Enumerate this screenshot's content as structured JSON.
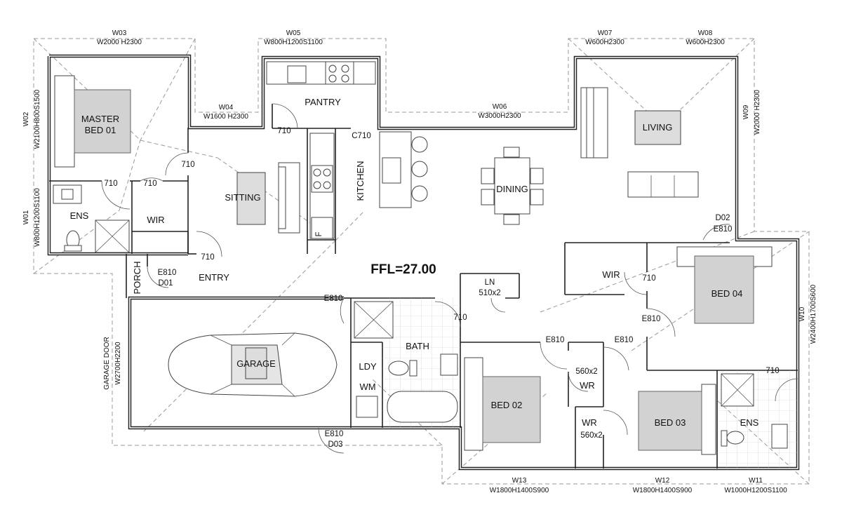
{
  "plan": {
    "ffl": "FFL=27.00",
    "rooms": {
      "master_bed": [
        "MASTER",
        "BED 01"
      ],
      "ens1": "ENS",
      "wir1": "WIR",
      "sitting": "SITTING",
      "pantry": "PANTRY",
      "kitchen": "KITCHEN",
      "dining": "DINING",
      "living": "LIVING",
      "entry": "ENTRY",
      "porch": "PORCH",
      "garage": "GARAGE",
      "ldy": "LDY",
      "wm": "WM",
      "bath": "BATH",
      "ln": "LN",
      "ln_size": "510x2",
      "wir4": "WIR",
      "bed4": "BED 04",
      "bed2": "BED 02",
      "bed3": "BED 03",
      "ens2": "ENS",
      "wr1": "WR",
      "wr1_size": "560x2",
      "wr2": "WR",
      "wr2_size": "560x2",
      "fridge": "F"
    },
    "windows": {
      "w03": [
        "W03",
        "W2000 H2300"
      ],
      "w05": [
        "W05",
        "W800H1200S1100"
      ],
      "w07": [
        "W07",
        "W600H2300"
      ],
      "w08": [
        "W08",
        "W600H2300"
      ],
      "w04": [
        "W04",
        "W1600 H2300"
      ],
      "w06": [
        "W06",
        "W3000H2300"
      ],
      "w02": [
        "W02",
        "W2100H800S1500"
      ],
      "w01": [
        "W01",
        "W800H1200S1100"
      ],
      "w09": [
        "W09",
        "W2000 H2300"
      ],
      "w10": [
        "W10",
        "W2400H1700S600"
      ],
      "w13": [
        "W13",
        "W1800H1400S900"
      ],
      "w12": [
        "W12",
        "W1800H1400S900"
      ],
      "w11": [
        "W11",
        "W1000H1200S1100"
      ],
      "garage_door": [
        "GARAGE DOOR",
        "W2700H2200"
      ]
    },
    "doors": {
      "d710_pantry": "710",
      "c710": "C710",
      "d710_sitting": "710",
      "d710_ens": "710",
      "d710_wir": "710",
      "d710_entry": "710",
      "e810_d01": [
        "E810",
        "D01"
      ],
      "e810_garage": "E810",
      "d710_bath": "710",
      "d02_e810": [
        "D02",
        "E810"
      ],
      "d710_wir4": "710",
      "e810_bed4": "E810",
      "e810_bed2": "E810",
      "e810_bed3": "E810",
      "d710_ens2": "710",
      "e810_d03": [
        "E810",
        "D03"
      ]
    }
  }
}
